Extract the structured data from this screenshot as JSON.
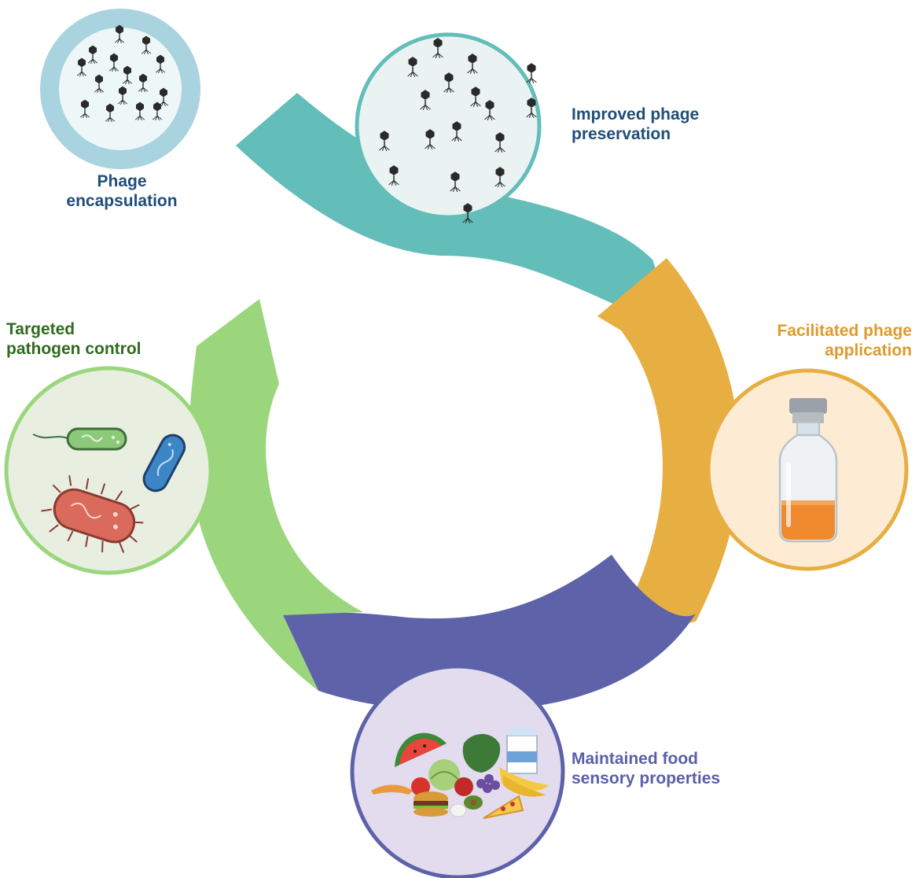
{
  "labels": {
    "encapsulation": [
      "Phage",
      "encapsulation"
    ],
    "preservation": [
      "Improved phage",
      "preservation"
    ],
    "application": [
      "Facilitated phage",
      "application"
    ],
    "food": [
      "Maintained food",
      "sensory properties"
    ],
    "pathogen": [
      "Targeted",
      "pathogen control"
    ]
  },
  "colors": {
    "teal": "#63bdb9",
    "orange": "#e7ae42",
    "indigo": "#5d62a9",
    "green": "#9bd67c",
    "encap_ring": "#a9d3df",
    "encap_fill": "#eef7f8",
    "pres_ring": "#63bdb9",
    "pres_fill": "#eaf3f1",
    "app_ring": "#e7ae42",
    "app_fill": "#fdebd3",
    "food_ring": "#5d62a9",
    "food_fill": "#e3dcef",
    "path_ring": "#9bd67c",
    "path_fill": "#e8efe1",
    "label_navy": "#1f4e79",
    "label_orange": "#e09a2b",
    "label_indigo": "#5a5fa8",
    "label_green": "#2f6b1f"
  },
  "icons": [
    "bacteriophage-icon",
    "vial-icon",
    "food-icon",
    "bacteria-icon"
  ]
}
